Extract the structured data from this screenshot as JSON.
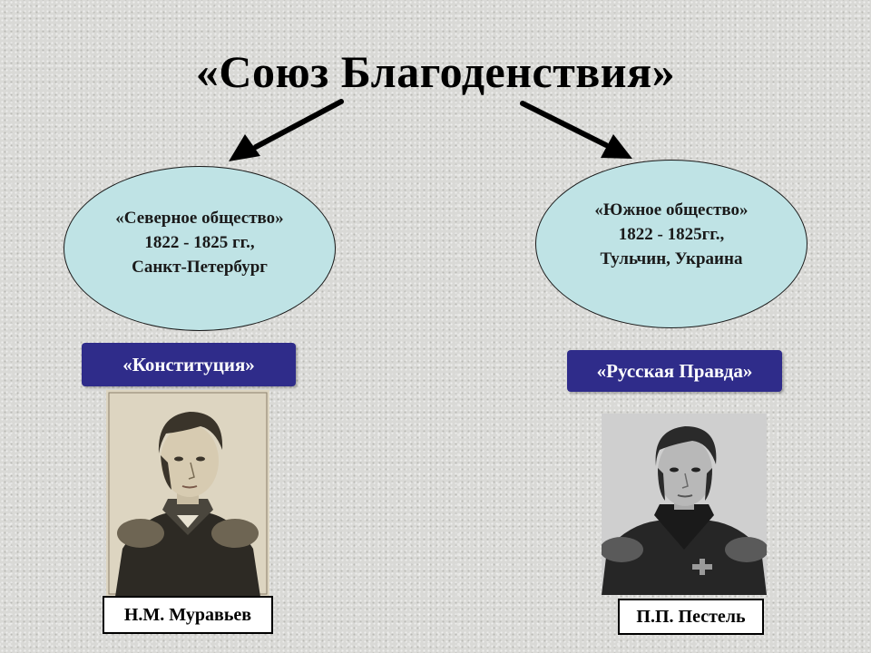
{
  "title": "«Союз Благоденствия»",
  "left_branch": {
    "society": {
      "name": "«Северное общество»",
      "years": "1822 - 1825 гг.,",
      "place": "Санкт-Петербург"
    },
    "document": "«Конституция»",
    "leader": "Н.М. Муравьев"
  },
  "right_branch": {
    "society": {
      "name": "«Южное общество»",
      "years": "1822 - 1825гг.,",
      "place": "Тульчин, Украина"
    },
    "document": "«Русская Правда»",
    "leader": "П.П. Пестель"
  },
  "colors": {
    "ellipse_fill": "#bfe3e5",
    "label_fill": "#2f2c8a",
    "label_text": "#ffffff"
  }
}
